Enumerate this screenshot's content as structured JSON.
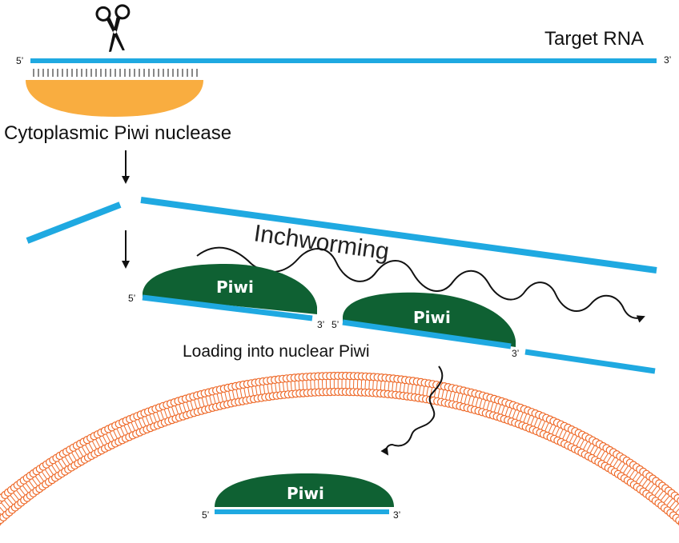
{
  "target": {
    "label": "Target RNA",
    "five_prime": "5’",
    "three_prime": "3’"
  },
  "nuclease_label": "Cytoplasmic Piwi nuclease",
  "scissors_icon": "scissors-icon",
  "inchworming_label": "Inchworming",
  "piwi_label": "Piwi",
  "fragment1": {
    "five_prime": "5’",
    "three_prime": "3’"
  },
  "fragment2": {
    "five_prime": "5’",
    "three_prime": "3’"
  },
  "loading_label": "Loading into nuclear Piwi",
  "nuclear_piwi": {
    "five_prime": "5’",
    "three_prime": "3’"
  },
  "colors": {
    "rna": "#1fa9e1",
    "cytoplasmic_nuclease": "#f9ad40",
    "piwi": "#0f6133",
    "membrane": "#ee6a2a"
  }
}
